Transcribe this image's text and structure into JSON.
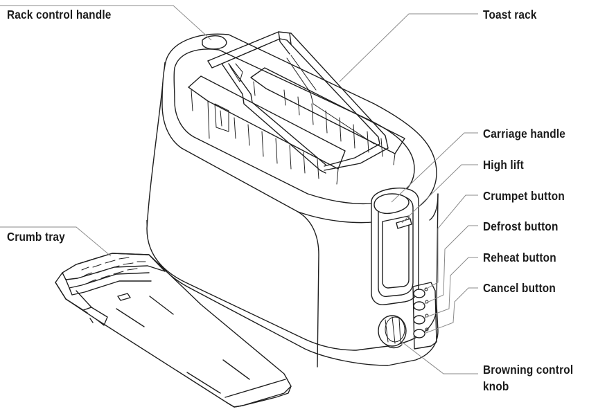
{
  "labels": {
    "rack_control_handle": "Rack control handle",
    "toast_rack": "Toast rack",
    "carriage_handle": "Carriage handle",
    "high_lift": "High lift",
    "crumpet_button": "Crumpet button",
    "defrost_button": "Defrost button",
    "reheat_button": "Reheat button",
    "cancel_button": "Cancel button",
    "browning_control_knob_line1": "Browning control",
    "browning_control_knob_line2": "knob",
    "crumb_tray": "Crumb tray"
  }
}
